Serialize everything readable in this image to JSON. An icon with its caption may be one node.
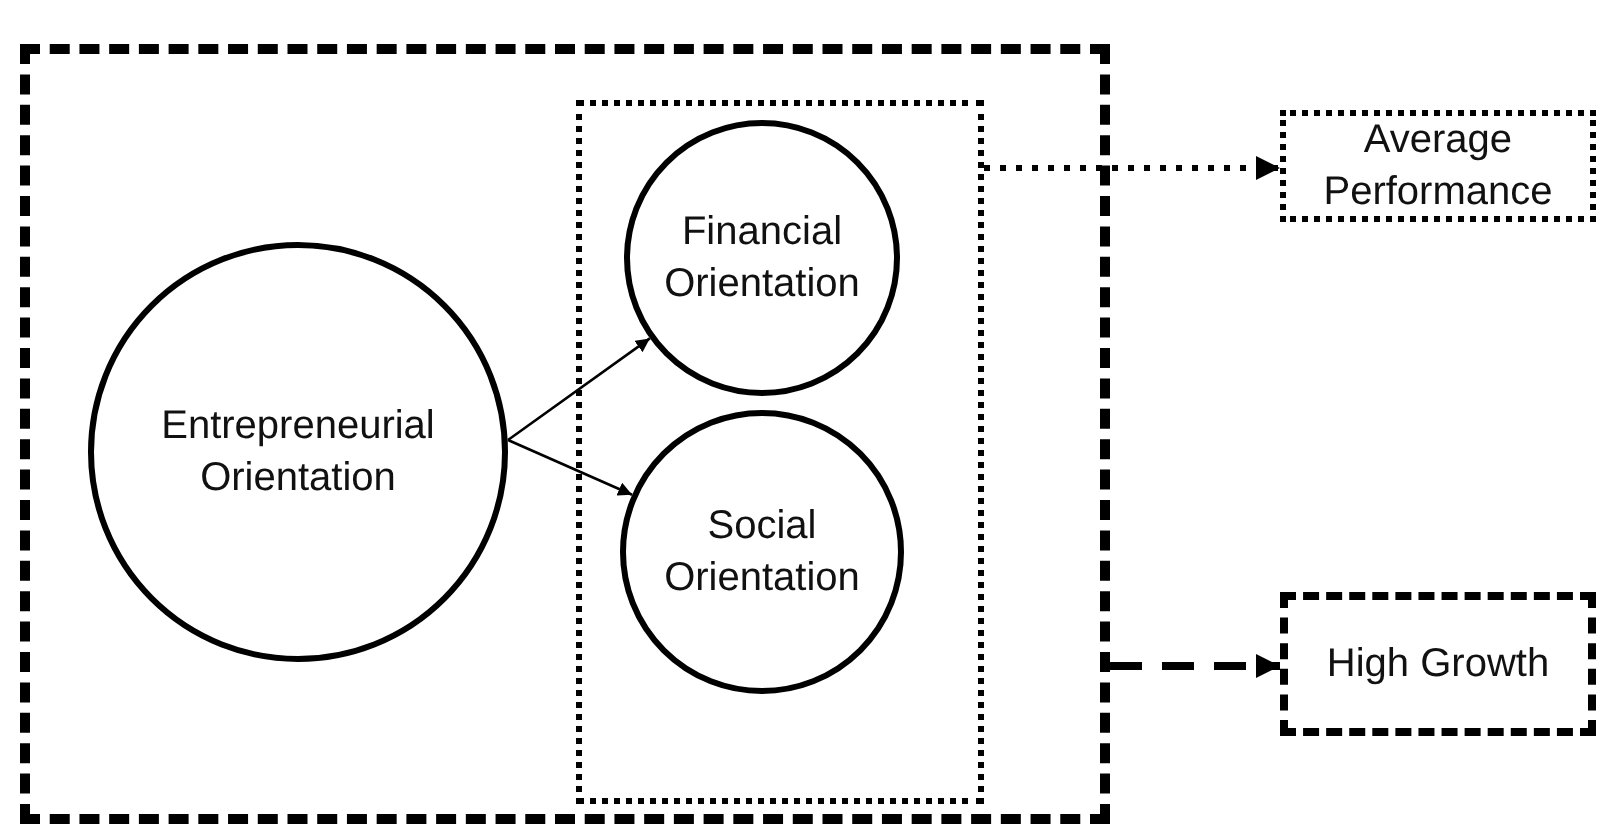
{
  "diagram": {
    "nodes": [
      {
        "text": [],
        "shape": "box"
      },
      {
        "text": [],
        "shape": "box",
        "in": 0
      },
      {
        "text": [
          "Entrepreneurial Orientation"
        ],
        "in": 0
      },
      {
        "text": [
          "Financial Orientation"
        ],
        "in": 1
      },
      {
        "text": [
          "Social Orientation"
        ],
        "in": 1
      },
      {
        "text": [
          "Average Performance"
        ]
      },
      {
        "text": [
          "High Growth"
        ]
      }
    ],
    "edges": [
      {
        "from": 2,
        "to": 3,
        "arrow": "to"
      },
      {
        "from": 2,
        "to": 4,
        "arrow": "to"
      },
      {
        "from": 1,
        "to": 5,
        "arrow": "to",
        "style": "dashed"
      },
      {
        "from": 0,
        "to": 6,
        "arrow": "to",
        "style": "dashed"
      }
    ]
  }
}
